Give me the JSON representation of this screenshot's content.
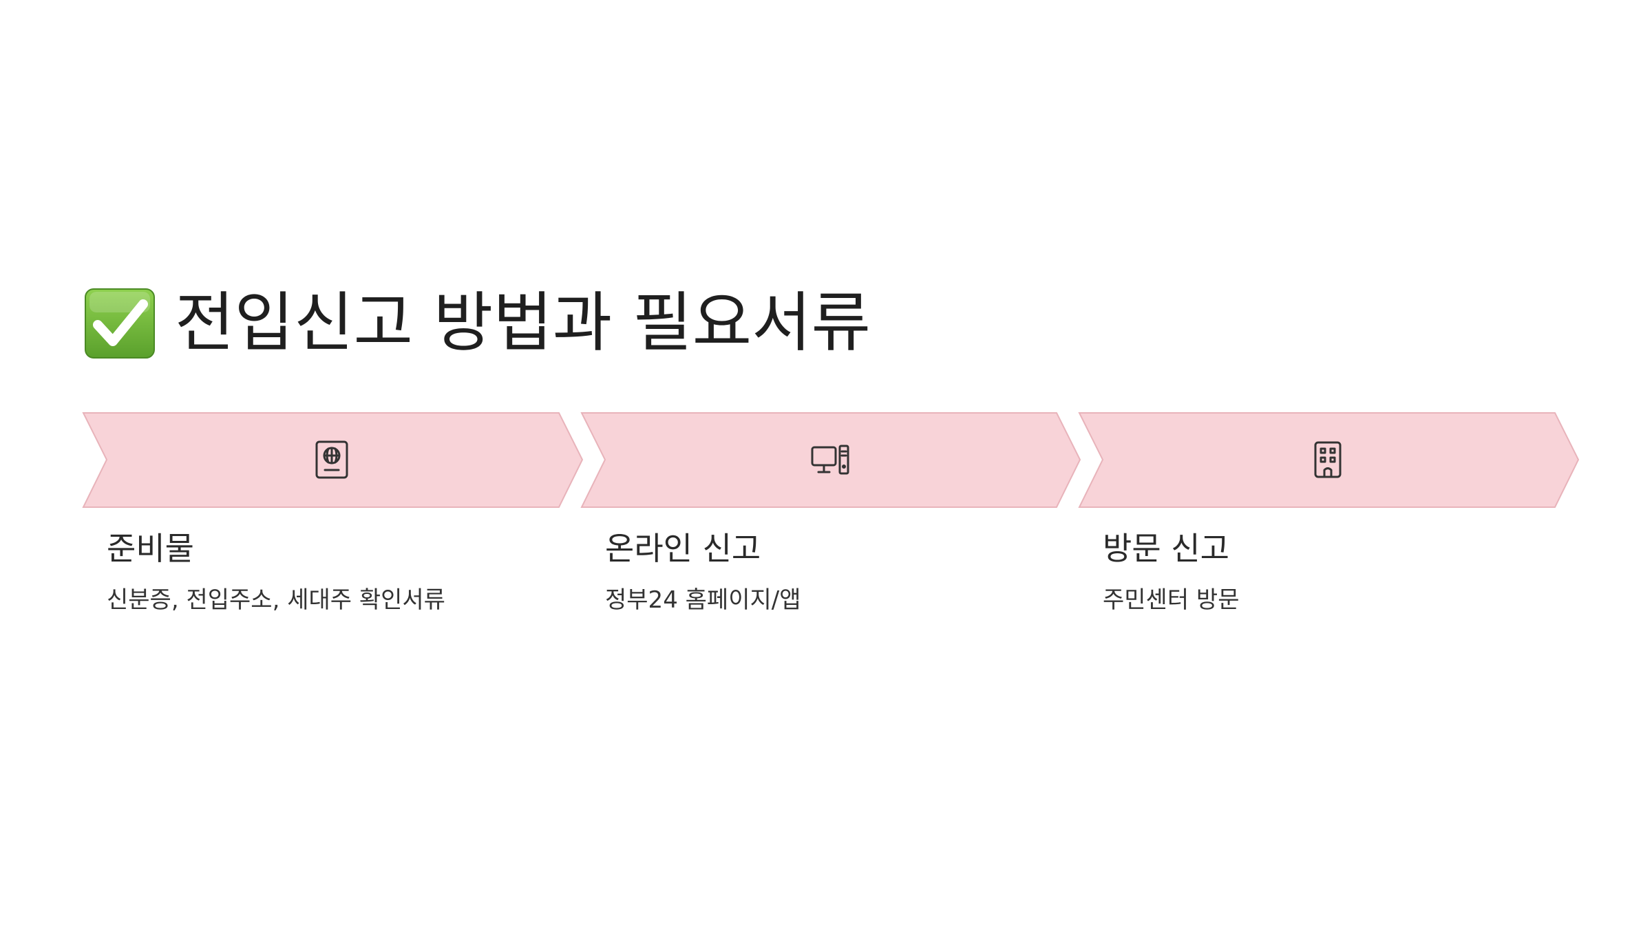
{
  "header": {
    "icon": "check-mark-button-icon",
    "title": "전입신고 방법과 필요서류"
  },
  "steps": [
    {
      "icon": "passport-icon",
      "title": "준비물",
      "description": "신분증, 전입주소, 세대주 확인서류"
    },
    {
      "icon": "desktop-computer-icon",
      "title": "온라인 신고",
      "description": "정부24 홈페이지/앱"
    },
    {
      "icon": "building-icon",
      "title": "방문 신고",
      "description": "주민센터 방문"
    }
  ],
  "colors": {
    "chevron_fill": "#f8d3d8",
    "chevron_stroke": "#e8b3ba",
    "icon_stroke": "#333333",
    "check_green": "#6cb33f",
    "text": "#222222"
  }
}
